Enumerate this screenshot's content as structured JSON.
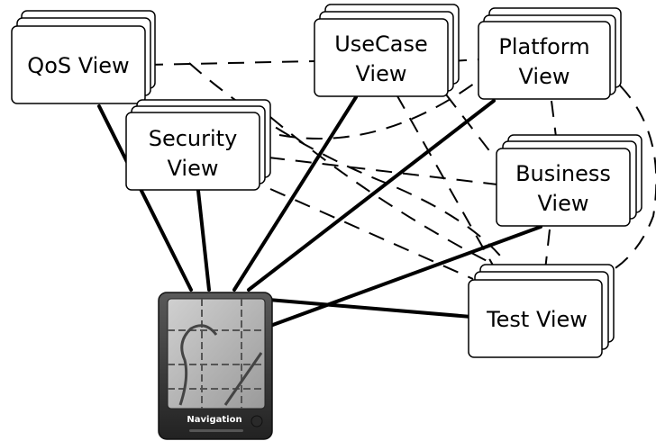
{
  "views": {
    "qos": {
      "line1": "QoS View",
      "line2": ""
    },
    "usecase": {
      "line1": "UseCase",
      "line2": "View"
    },
    "platform": {
      "line1": "Platform",
      "line2": "View"
    },
    "security": {
      "line1": "Security",
      "line2": "View"
    },
    "business": {
      "line1": "Business",
      "line2": "View"
    },
    "test": {
      "line1": "Test View",
      "line2": ""
    }
  },
  "device": {
    "label": "Navigation",
    "icon": "navigation-map-device-icon"
  },
  "colors": {
    "stroke": "#000000",
    "device_body": "#3a3a3a",
    "device_screen": "#b8b8b8"
  }
}
